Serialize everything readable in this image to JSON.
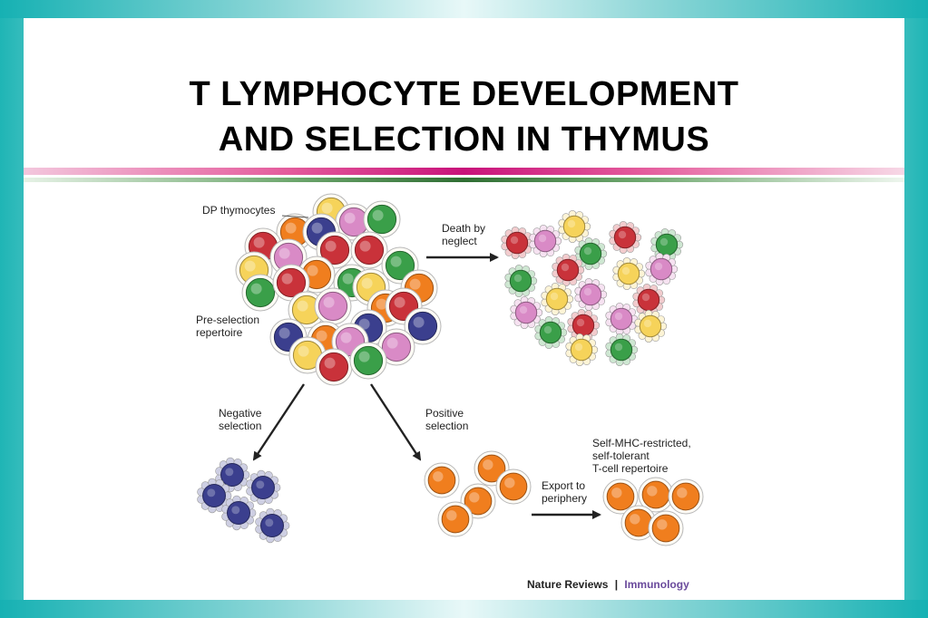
{
  "title": {
    "line1": "T LYMPHOCYTE DEVELOPMENT",
    "line2": "AND SELECTION IN THYMUS"
  },
  "labels": {
    "dp_thymocytes": "DP thymocytes",
    "death_line1": "Death by",
    "death_line2": "neglect",
    "preselection_line1": "Pre-selection",
    "preselection_line2": "repertoire",
    "negative_line1": "Negative",
    "negative_line2": "selection",
    "positive_line1": "Positive",
    "positive_line2": "selection",
    "export_line1": "Export to",
    "export_line2": "periphery",
    "selfmhc_line1": "Self-MHC-restricted,",
    "selfmhc_line2": "self-tolerant",
    "selfmhc_line3": "T-cell repertoire"
  },
  "credit": {
    "journal": "Nature Reviews",
    "separator": "|",
    "field": "Immunology"
  },
  "colors": {
    "orange": "#f07e1e",
    "red": "#c9323a",
    "green": "#3a9f49",
    "yellow": "#f6d35a",
    "pink": "#d98ac6",
    "navy": "#3b3f8e",
    "credit_purple": "#6a4a9c"
  }
}
